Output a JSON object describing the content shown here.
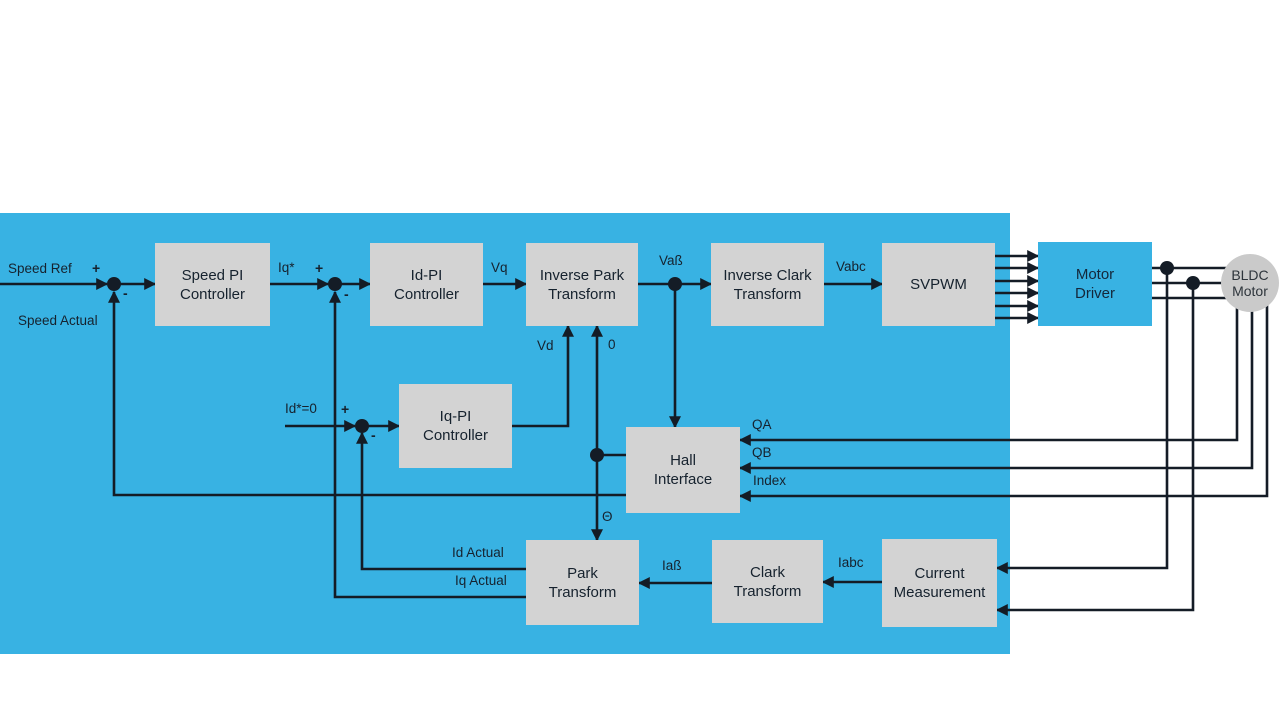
{
  "colors": {
    "panel_blue": "#38b2e3",
    "block_gray": "#d3d3d3",
    "motor_circle_gray": "#cacaca",
    "wire_black": "#141c26",
    "text_dark": "#16222e"
  },
  "blocks": {
    "speed_pi": {
      "label": "Speed PI\nController"
    },
    "id_pi": {
      "label": "Id-PI\nController"
    },
    "inverse_park": {
      "label": "Inverse Park\nTransform"
    },
    "inverse_clark": {
      "label": "Inverse Clark\nTransform"
    },
    "svpwm": {
      "label": "SVPWM"
    },
    "motor_driver": {
      "label": "Motor\nDriver"
    },
    "iq_pi": {
      "label": "Iq-PI\nController"
    },
    "hall_interface": {
      "label": "Hall\nInterface"
    },
    "park": {
      "label": "Park\nTransform"
    },
    "clark": {
      "label": "Clark\nTransform"
    },
    "current_measurement": {
      "label": "Current\nMeasurement"
    },
    "bldc_motor": {
      "label": "BLDC\nMotor"
    }
  },
  "signals": {
    "speed_ref": "Speed Ref",
    "speed_actual": "Speed Actual",
    "iq_star": "Iq*",
    "vq": "Vq",
    "v_alpha_beta": "Vaß",
    "v_abc": "Vabc",
    "vd": "Vd",
    "zero": "0",
    "id_star": "Id*=0",
    "theta": "Θ",
    "qa": "QA",
    "qb": "QB",
    "index": "Index",
    "id_actual": "Id Actual",
    "iq_actual": "Iq Actual",
    "i_alpha_beta": "Iaß",
    "i_abc": "Iabc",
    "plus": "+",
    "minus": "-"
  }
}
